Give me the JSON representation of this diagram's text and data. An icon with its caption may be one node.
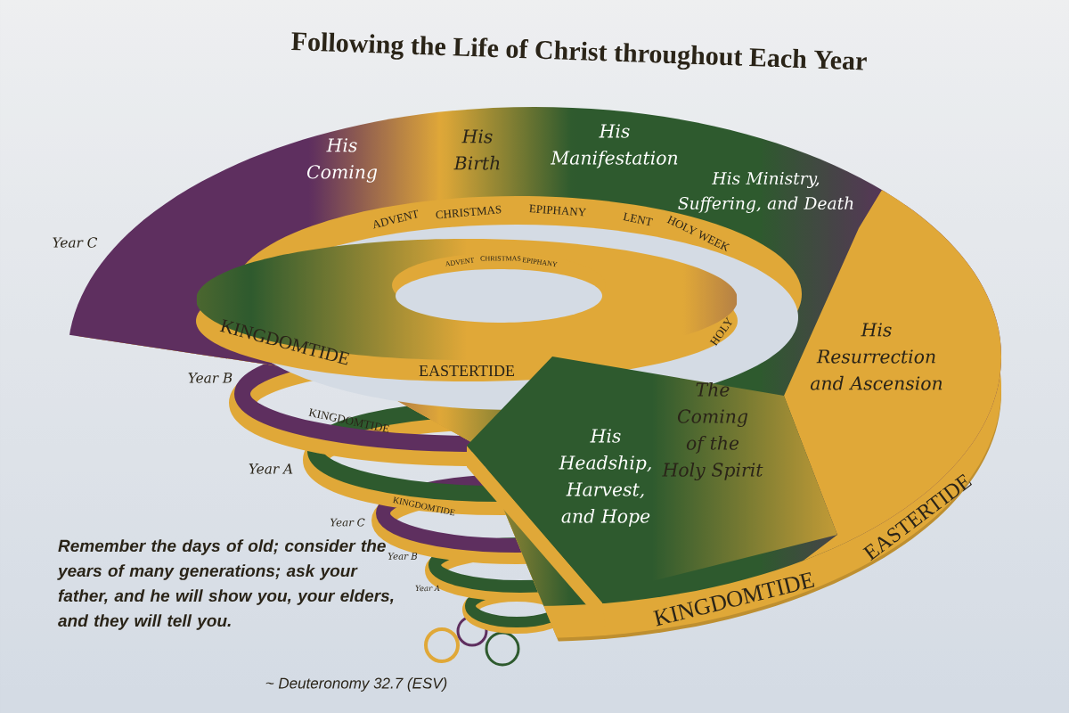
{
  "diagram": {
    "title": "Following the Life of Christ throughout Each Year",
    "labels": [
      "His Coming",
      "His Birth",
      "His Manifestation",
      "His Ministry, Suffering, and Death",
      "ADVENT",
      "CHRISTMAS",
      "EPIPHANY",
      "LENT",
      "HOLY WEEK",
      "Year C",
      "ADVENT",
      "CHRISTMAS",
      "EPIPHANY",
      "KINGDOMTIDE",
      "EASTERTIDE",
      "HOLY",
      "Year B",
      "His Resurrection and Ascension",
      "KINGDOMTIDE",
      "The Coming of the Holy Spirit",
      "His Headship, Harvest, and Hope",
      "Year A",
      "KINGDOMTIDE",
      "Year C",
      "Year B",
      "Year A",
      "KINGDOMTIDE",
      "EASTERTIDE",
      "Remember the days of old; consider the years of many generations; ask your father, and he will show you, your elders, and they will tell you.",
      "~ Deuteronomy 32.7 (ESV)"
    ]
  }
}
